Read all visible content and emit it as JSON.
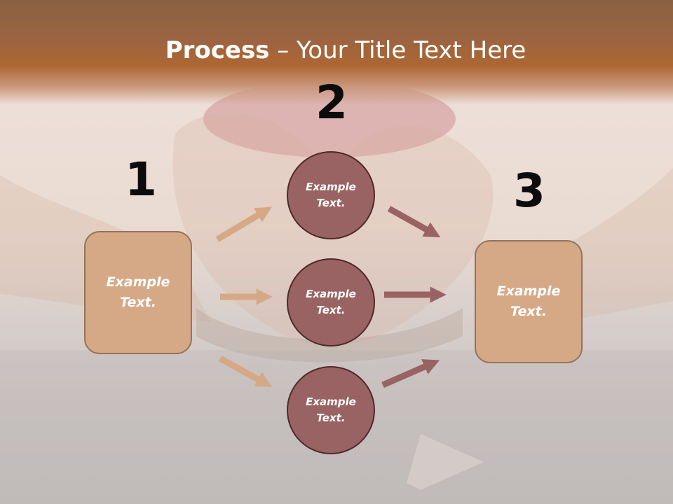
{
  "title": {
    "bold": "Process",
    "rest": " – Your Title Text Here"
  },
  "steps": {
    "one": "1",
    "two": "2",
    "three": "3"
  },
  "left_box": {
    "line1": "Example",
    "line2": "Text."
  },
  "circles": [
    {
      "line1": "Example",
      "line2": "Text."
    },
    {
      "line1": "Example",
      "line2": "Text."
    },
    {
      "line1": "Example",
      "line2": "Text."
    }
  ],
  "right_box": {
    "line1": "Example",
    "line2": "Text."
  },
  "colors": {
    "title_bar": "#a8673a",
    "box_fill": "#d5a986",
    "circle_fill": "#9a6363",
    "arrow_left": "#d5a986",
    "arrow_right": "#9a6363"
  }
}
